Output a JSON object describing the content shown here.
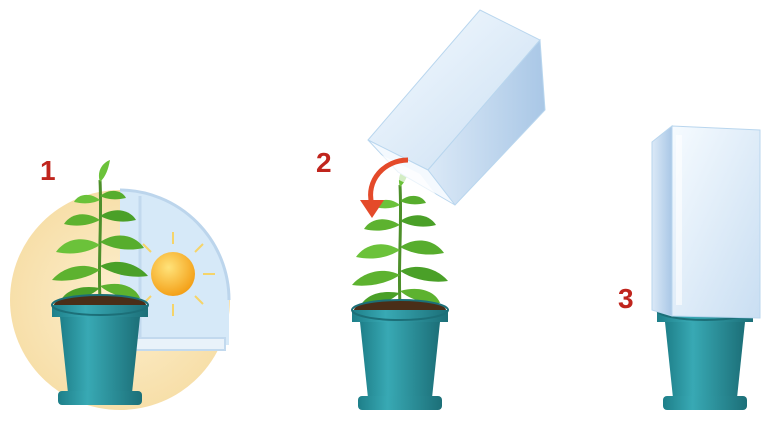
{
  "steps": [
    {
      "number": "1"
    },
    {
      "number": "2"
    },
    {
      "number": "3"
    }
  ],
  "colors": {
    "step_number": "#c0251d",
    "pot": "#2a97a3",
    "pot_dark": "#1c7680",
    "leaf": "#5db22f",
    "leaf_dark": "#3b8a1f",
    "sun": "#f7b51b",
    "sunlight_bg": "#fbe6b8",
    "window_glass": "#cfe6f7",
    "box": "#e6f1fb",
    "box_edge": "#b9d6ee",
    "arrow": "#e44a2a"
  },
  "icons": [
    "plant-pot-icon",
    "sun-icon",
    "window-icon",
    "box-icon",
    "curved-arrow-icon"
  ]
}
